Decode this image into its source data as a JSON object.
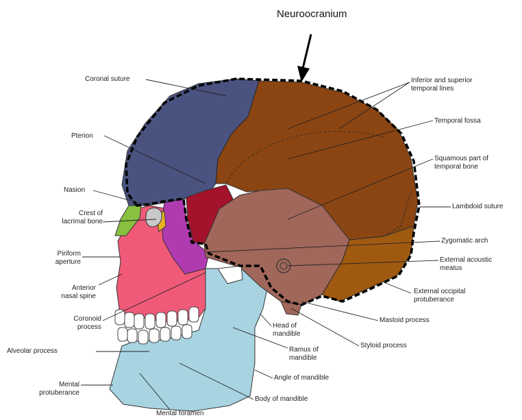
{
  "title": "Neuroocranium",
  "colors": {
    "frontal": "#4a5380",
    "parietal": "#8b4512",
    "temporal": "#a0675a",
    "occipital": "#a05a10",
    "sphenoid": "#a4122c",
    "maxilla": "#f05a78",
    "zygomatic": "#b03ab0",
    "mandible": "#a8d4e2",
    "lacrimal": "#e8b022",
    "nasal": "#88c040",
    "teeth": "#ffffff"
  },
  "labels": {
    "coronal_suture": "Coronal suture",
    "pterion": "Pterion",
    "nasion": "Nasion",
    "crest_lacrimal": "Crest of\nlacrimal bone",
    "piriform": "Piriform\naperture",
    "anterior_nasal": "Anterior\nnasal spine",
    "coronoid": "Coronoid\nprocess",
    "alveolar": "Alveolar process",
    "mental_protuberance": "Mental\nprotuberance",
    "mental_foramen": "Mental foramen",
    "temporal_lines": "Inferior and superior\ntemporal lines",
    "temporal_fossa": "Temporal fossa",
    "squamous": "Squamous part of\ntemporal bone",
    "lambdoid": "Lambdoid suture",
    "zygomatic_arch": "Zygomatic arch",
    "external_acoustic": "External acoustic\nmeatus",
    "external_occipital": "External occipital\nprotuberance",
    "mastoid": "Mastoid process",
    "styloid": "Styloid process",
    "head_mandible": "Head of\nmandible",
    "ramus": "Ramus of\nmandible",
    "angle_mandible": "Angle of mandible",
    "body_mandible": "Body of mandible"
  }
}
